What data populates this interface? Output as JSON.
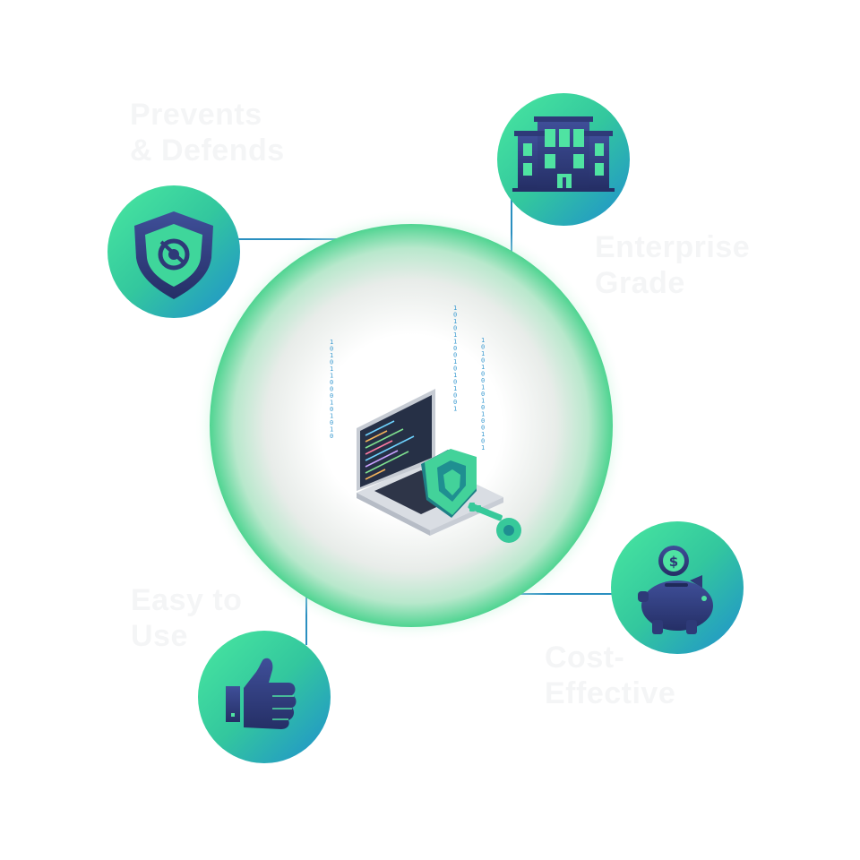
{
  "features": [
    {
      "id": "prevents",
      "line1": "Prevents",
      "line2": "& Defends",
      "icon": "shield-icon"
    },
    {
      "id": "enterprise",
      "line1": "Enterprise",
      "line2": "Grade",
      "icon": "building-icon"
    },
    {
      "id": "easy",
      "line1": "Easy to",
      "line2": "Use",
      "icon": "thumbs-up-icon"
    },
    {
      "id": "cost",
      "line1": "Cost-",
      "line2": "Effective",
      "icon": "piggy-bank-icon"
    }
  ],
  "center": {
    "icon": "laptop-shield-key-icon"
  },
  "binary_streams": [
    "101011000101010",
    "1010110010101001",
    "10101001010100101"
  ],
  "colors": {
    "green": "#3fe09a",
    "teal": "#1f9bd0",
    "ring": "#52d494",
    "navy": "#2e3a78",
    "connector": "#2a8fc0",
    "label": "#f4f5f6"
  }
}
